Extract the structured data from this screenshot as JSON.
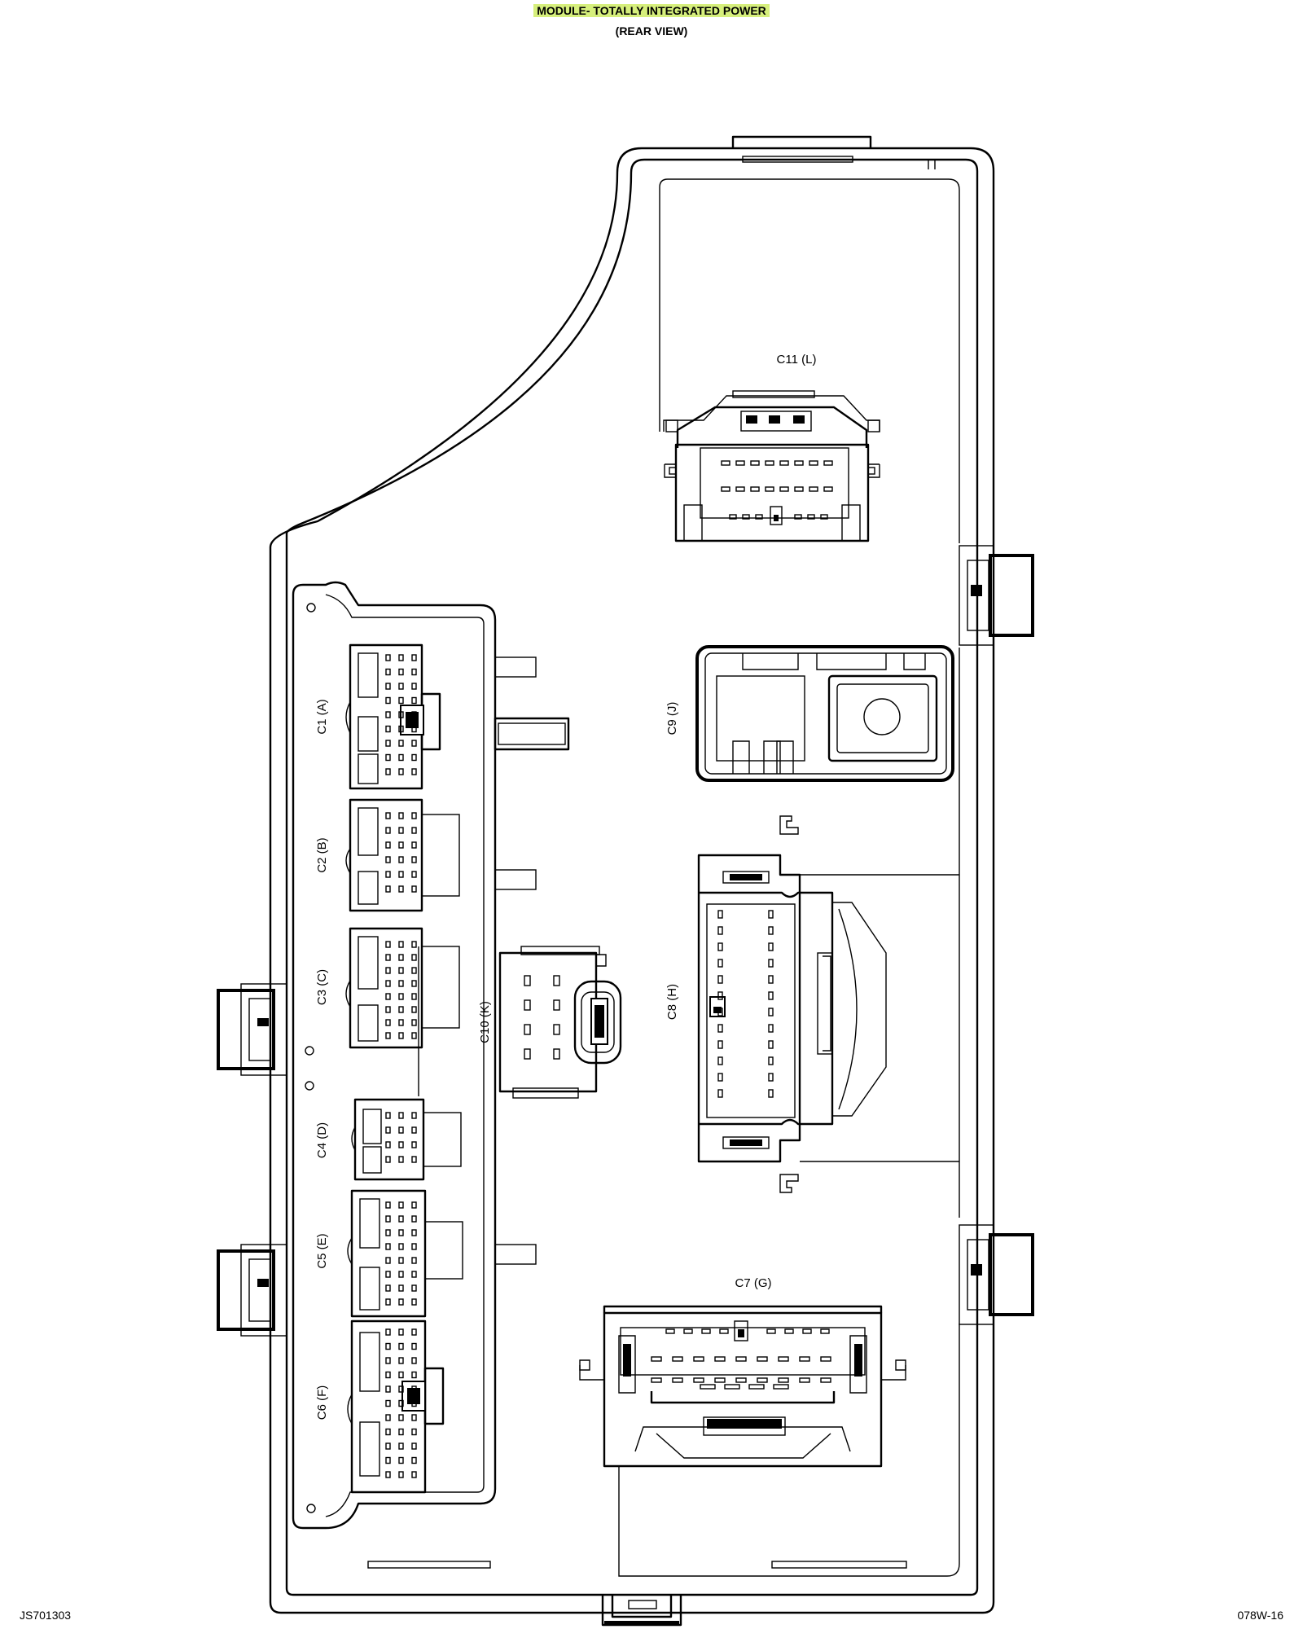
{
  "title": "MODULE- TOTALLY INTEGRATED POWER",
  "subtitle": "(REAR VIEW)",
  "connectors": {
    "c1": "C1 (A)",
    "c2": "C2 (B)",
    "c3": "C3 (C)",
    "c4": "C4 (D)",
    "c5": "C5 (E)",
    "c6": "C6 (F)",
    "c7": "C7 (G)",
    "c8": "C8 (H)",
    "c9": "C9 (J)",
    "c10": "C10 (K)",
    "c11": "C11 (L)"
  },
  "footer": {
    "left": "JS701303",
    "right": "078W-16"
  },
  "highlight_color": "#d6ef7c"
}
